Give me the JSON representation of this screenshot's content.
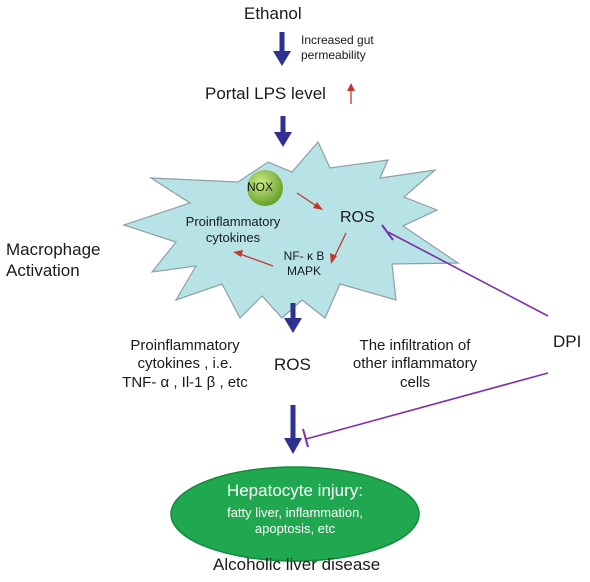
{
  "nodes": {
    "ethanol": "Ethanol",
    "gut": [
      "Increased gut",
      "permeability"
    ],
    "portal_lps": "Portal LPS level",
    "macrophage": [
      "Macrophage",
      "Activation"
    ],
    "nox": "NOX",
    "ros_inner": "ROS",
    "cytokines_inner": [
      "Proinflammatory",
      "cytokines"
    ],
    "nfkb": [
      "NF- κ B",
      "MAPK"
    ],
    "cytokines_out": [
      "Proinflammatory",
      "cytokines , i.e.",
      "TNF- α , Il-1 β , etc"
    ],
    "ros_out": "ROS",
    "infiltration": [
      "The infiltration of",
      "other inflammatory",
      "cells"
    ],
    "dpi": "DPI",
    "hepatocyte_title": "Hepatocyte injury:",
    "hepatocyte_detail": [
      "fatty liver, inflammation,",
      "apoptosis, etc"
    ],
    "disease": "Alcoholic liver disease"
  },
  "colors": {
    "arrow": "#2e3192",
    "inhibit": "#7b2fa8",
    "red_arrow": "#c0392b",
    "cell_fill": "#b7e2e6",
    "cell_stroke": "#8e9fa6",
    "nox_fill": "#8ec63f",
    "ellipse_fill": "#1fa84f"
  },
  "icons": {
    "up_arrow": "red-up-arrow-icon",
    "blunt_arrow": "inhibition-bar-icon"
  }
}
